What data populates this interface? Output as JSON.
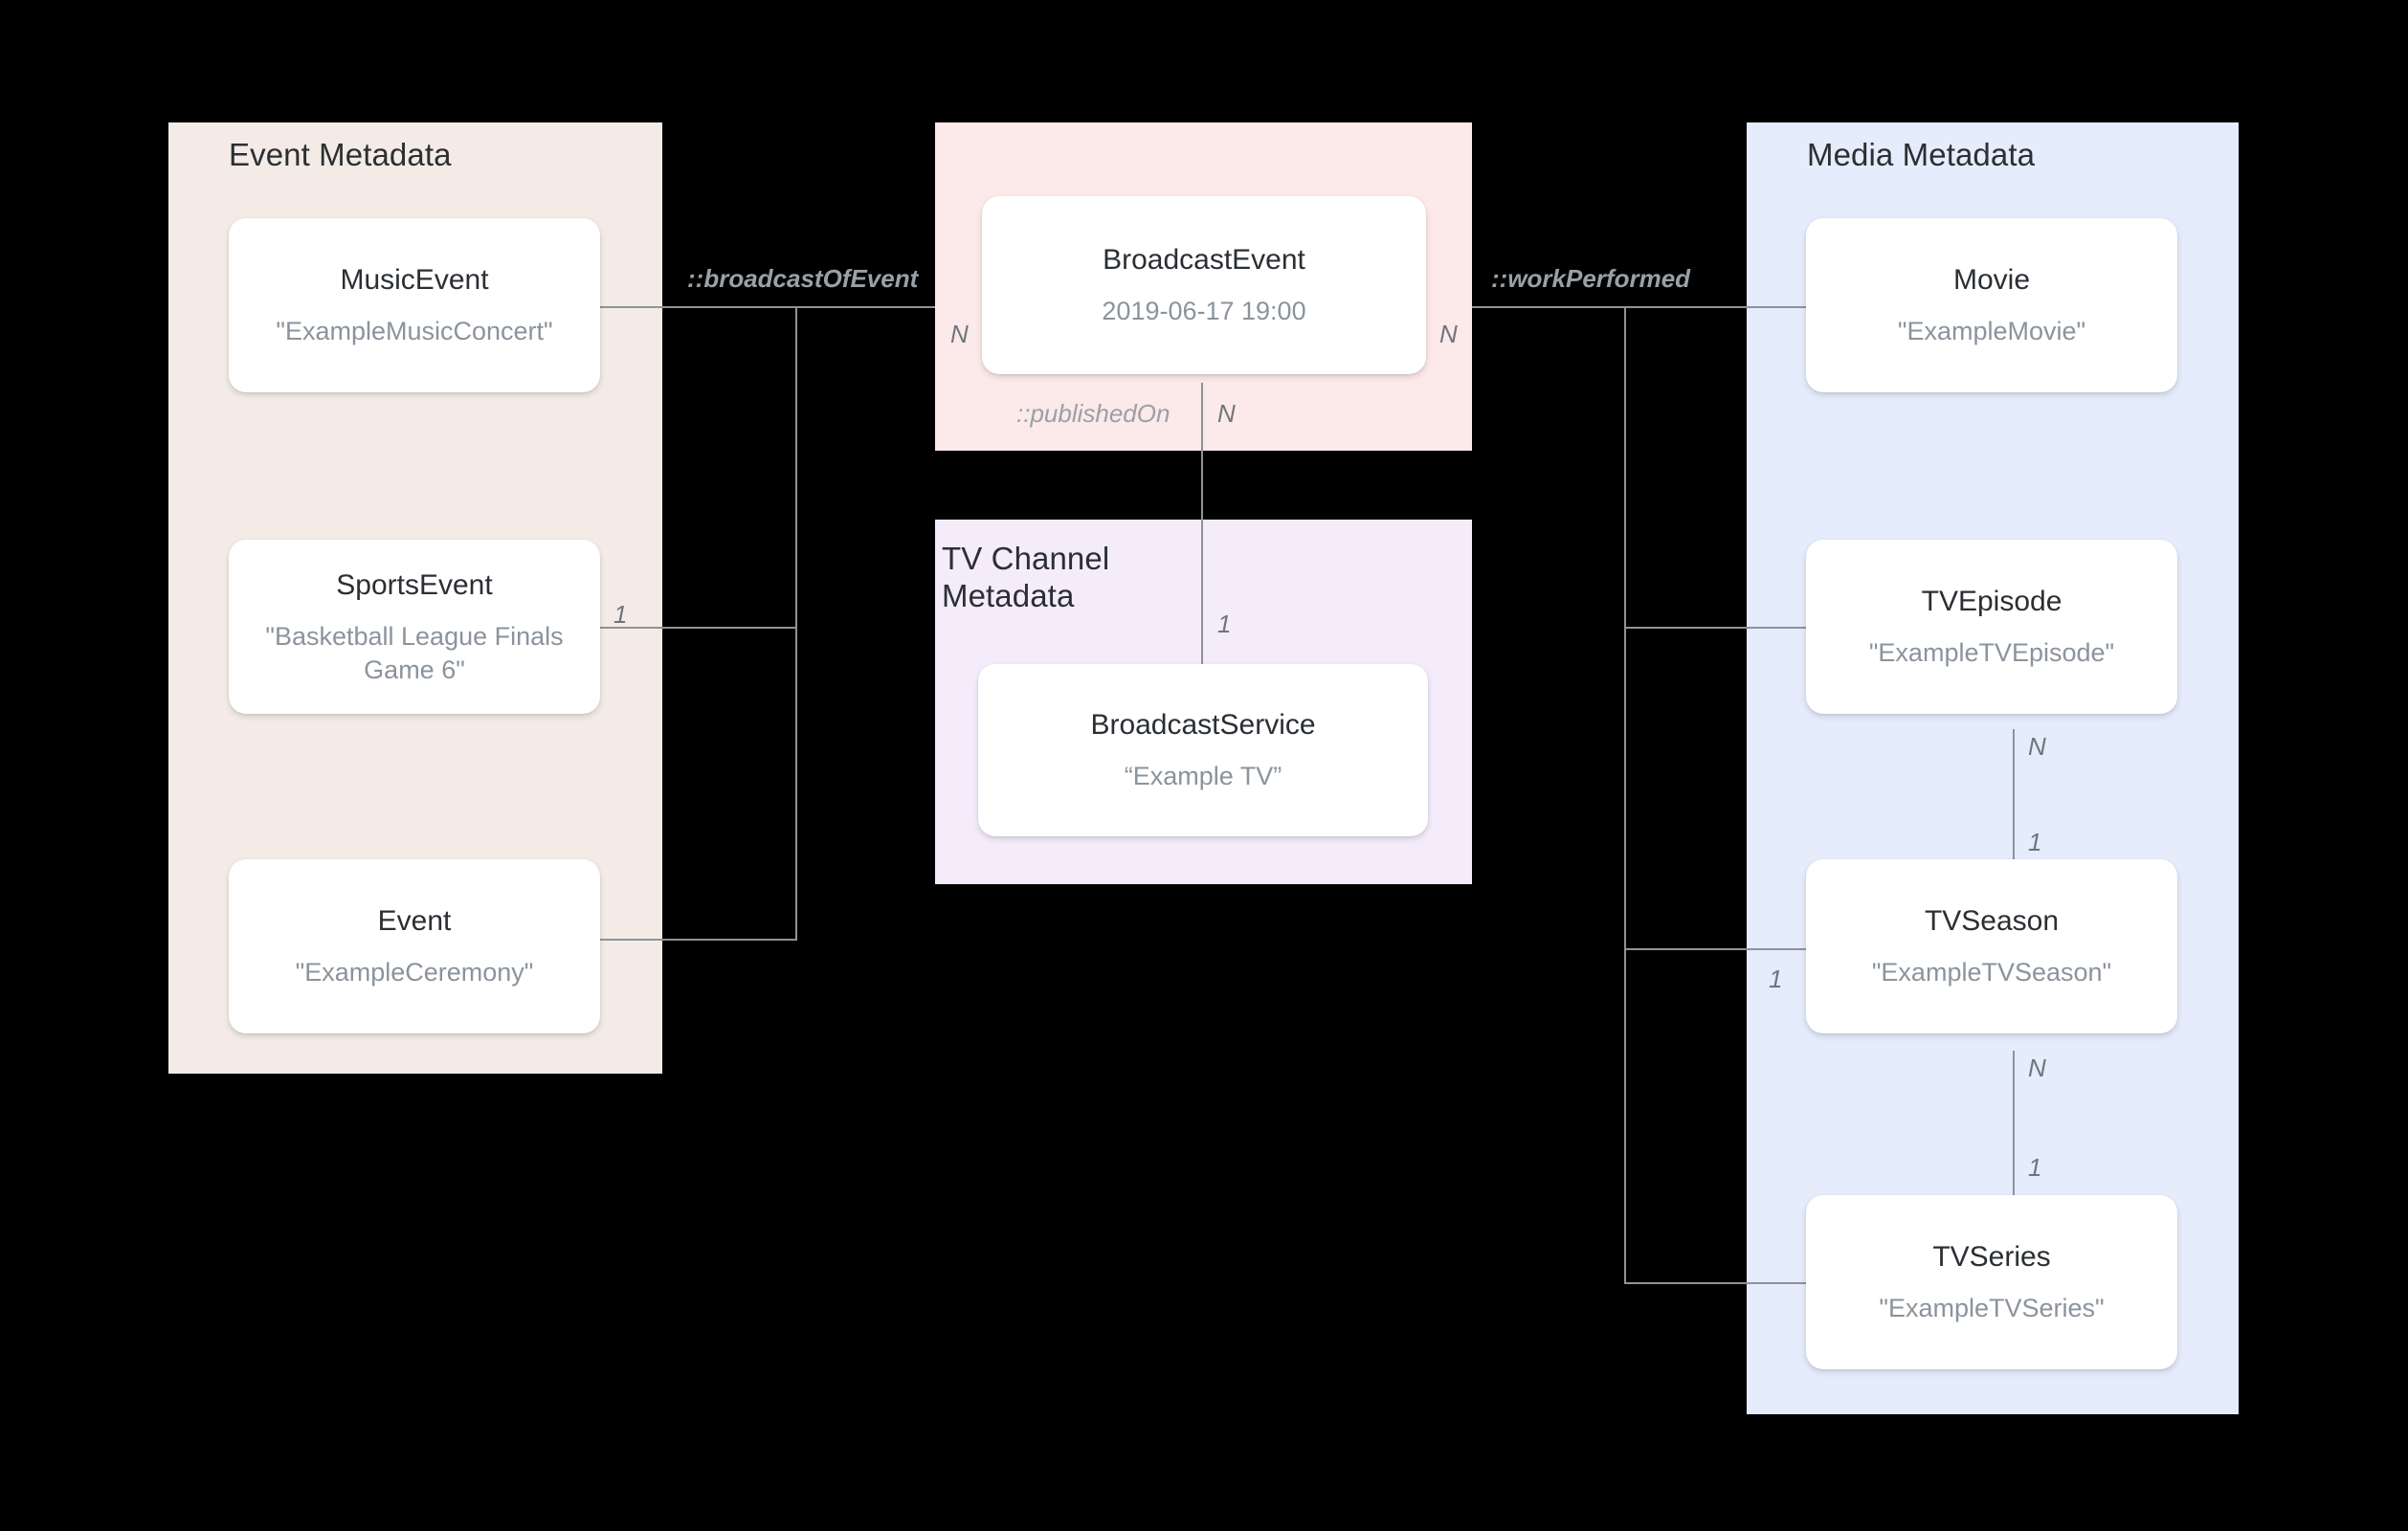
{
  "diagram": {
    "background": "#000000",
    "line_color": "#8f9398",
    "groups": [
      {
        "id": "event",
        "title": "Event Metadata",
        "color": "#f4ebe6"
      },
      {
        "id": "broadcast",
        "title": "",
        "color": "#fce9e9"
      },
      {
        "id": "tvchannel",
        "title": "TV Channel\nMetadata",
        "color": "#f4ecfb"
      },
      {
        "id": "media",
        "title": "Media Metadata",
        "color": "#e5ecfb"
      }
    ],
    "nodes": {
      "music_event": {
        "type": "MusicEvent",
        "value": "\"ExampleMusicConcert\""
      },
      "sports_event": {
        "type": "SportsEvent",
        "value": "\"Basketball League Finals Game 6\""
      },
      "event": {
        "type": "Event",
        "value": "\"ExampleCeremony\""
      },
      "broadcast_event": {
        "type": "BroadcastEvent",
        "value": "2019-06-17 19:00"
      },
      "broadcast_service": {
        "type": "BroadcastService",
        "value": "“Example TV”"
      },
      "movie": {
        "type": "Movie",
        "value": "\"ExampleMovie\""
      },
      "tv_episode": {
        "type": "TVEpisode",
        "value": "\"ExampleTVEpisode\""
      },
      "tv_season": {
        "type": "TVSeason",
        "value": "\"ExampleTVSeason\""
      },
      "tv_series": {
        "type": "TVSeries",
        "value": "\"ExampleTVSeries\""
      }
    },
    "relations": {
      "broadcast_of_event": "::broadcastOfEvent",
      "work_performed": "::workPerformed",
      "published_on": "::publishedOn"
    },
    "cardinalities": {
      "broadcast_event_left": "N",
      "broadcast_event_right": "N",
      "broadcast_event_bottom": "N",
      "sports_event_right": "1",
      "broadcast_service_top": "1",
      "tv_episode_bottom": "N",
      "tv_season_top": "1",
      "tv_season_left": "1",
      "tv_season_bottom": "N",
      "tv_series_top": "1"
    }
  }
}
